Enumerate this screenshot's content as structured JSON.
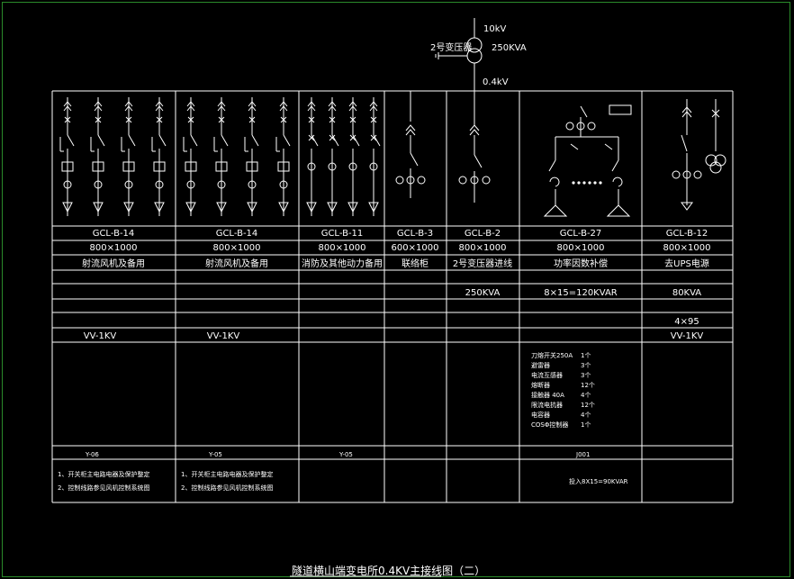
{
  "title": "隧道横山端变电所0.4KV主接线图（二）",
  "transformer": {
    "hv_label": "10kV",
    "name": "2号变压器",
    "rating": "250KVA",
    "lv_label": "0.4kV"
  },
  "panels": [
    {
      "model": "GCL-B-14",
      "size": "800×1000",
      "purpose": "射流风机及备用",
      "capacity": "",
      "cable_size": "",
      "cable_type": "VV-1KV",
      "code": "Y-06",
      "notes": [
        "1、开关柜主电路电器及保护整定",
        "2、控制线路参见风机控制系统图"
      ]
    },
    {
      "model": "GCL-B-14",
      "size": "800×1000",
      "purpose": "射流风机及备用",
      "capacity": "",
      "cable_size": "",
      "cable_type": "VV-1KV",
      "code": "Y-05",
      "notes": [
        "1、开关柜主电路电器及保护整定",
        "2、控制线路参见风机控制系统图"
      ]
    },
    {
      "model": "GCL-B-11",
      "size": "800×1000",
      "purpose": "消防及其他动力备用",
      "capacity": "",
      "cable_size": "",
      "cable_type": "",
      "code": "Y-05",
      "notes": []
    },
    {
      "model": "GCL-B-3",
      "size": "600×1000",
      "purpose": "联络柜",
      "capacity": "",
      "cable_size": "",
      "cable_type": "",
      "code": "",
      "notes": []
    },
    {
      "model": "GCL-B-2",
      "size": "800×1000",
      "purpose": "2号变压器进线",
      "capacity": "250KVA",
      "cable_size": "",
      "cable_type": "",
      "code": "",
      "notes": []
    },
    {
      "model": "GCL-B-27",
      "size": "800×1000",
      "purpose": "功率因数补偿",
      "capacity": "8×15=120KVAR",
      "cable_size": "",
      "cable_type": "",
      "code": "J001",
      "notes": [
        "投入8X15=90KVAR"
      ]
    },
    {
      "model": "GCL-B-12",
      "size": "800×1000",
      "purpose": "去UPS电源",
      "capacity": "80KVA",
      "cable_size": "4×95",
      "cable_type": "VV-1KV",
      "code": "",
      "notes": []
    }
  ],
  "equipment_list": [
    {
      "name": "刀熔开关250A",
      "qty": "1个"
    },
    {
      "name": "避雷器",
      "qty": "3个"
    },
    {
      "name": "电流互感器",
      "qty": "3个"
    },
    {
      "name": "熔断器",
      "qty": "12个"
    },
    {
      "name": "接触器  40A",
      "qty": "4个"
    },
    {
      "name": "限流电抗器",
      "qty": "12个"
    },
    {
      "name": "电容器",
      "qty": "4个"
    },
    {
      "name": "COSΦ控制器",
      "qty": "1个"
    }
  ],
  "colors": {
    "background": "#000000",
    "lines": "#ffffff",
    "frame": "#2a8a2a"
  }
}
